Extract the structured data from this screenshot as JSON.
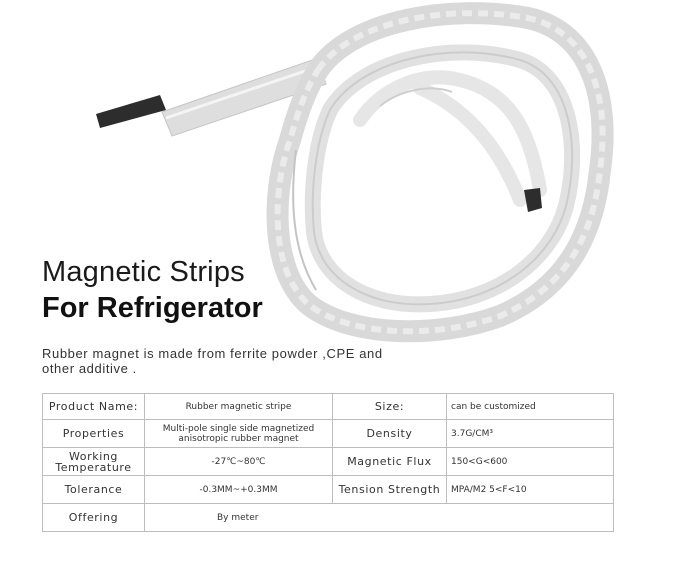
{
  "heading": {
    "line1": "Magnetic Strips",
    "line2": "For Refrigerator"
  },
  "description": "Rubber magnet is made from ferrite powder ,CPE and other additive .",
  "colors": {
    "strip_light": "#e9e9e9",
    "strip_shadow": "#c8c8c8",
    "magnet_core": "#2d2d2d",
    "table_border": "#bdbdbd"
  },
  "specs": [
    {
      "label1": "Product Name:",
      "value1": "Rubber magnetic stripe",
      "label2": "Size:",
      "value2": "can be customized"
    },
    {
      "label1": "Properties",
      "value1": "Multi-pole single side magnetized anisotropic rubber magnet",
      "label2": "Density",
      "value2": "3.7G/CM³"
    },
    {
      "label1": "Working Temperature",
      "value1": "-27℃~80℃",
      "label2": "Magnetic Flux",
      "value2": "150<G<600"
    },
    {
      "label1": "Tolerance",
      "value1": "-0.3MM~+0.3MM",
      "label2": "Tension Strength",
      "value2": "MPA/M2 5<F<10"
    },
    {
      "label1": "Offering",
      "value1": "By meter",
      "label2": "",
      "value2": ""
    }
  ]
}
